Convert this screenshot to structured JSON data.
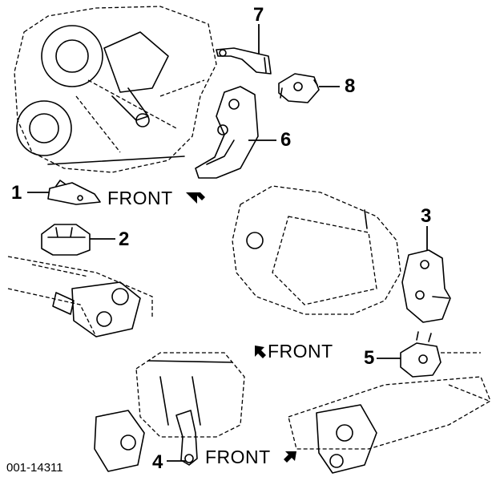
{
  "diagram": {
    "figure_id": "001-14311",
    "callouts": [
      {
        "id": "callout-1",
        "text": "1"
      },
      {
        "id": "callout-2",
        "text": "2"
      },
      {
        "id": "callout-3",
        "text": "3"
      },
      {
        "id": "callout-4",
        "text": "4"
      },
      {
        "id": "callout-5",
        "text": "5"
      },
      {
        "id": "callout-6",
        "text": "6"
      },
      {
        "id": "callout-7",
        "text": "7"
      },
      {
        "id": "callout-8",
        "text": "8"
      }
    ],
    "front_labels": [
      {
        "text": "FRONT",
        "arrow": "arrow-down-right-icon"
      },
      {
        "text": "FRONT",
        "arrow": "arrow-up-left-icon"
      },
      {
        "text": "FRONT",
        "arrow": "arrow-up-right-icon"
      }
    ],
    "colors": {
      "ink": "#000000",
      "paper": "#ffffff"
    }
  }
}
